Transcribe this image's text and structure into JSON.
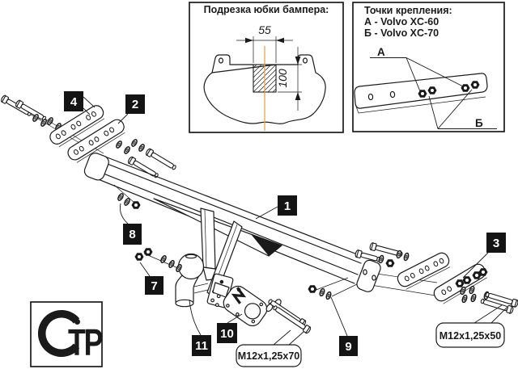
{
  "info_boxes": {
    "bumper_trim": {
      "title": "Подрезка юбки бампера:",
      "dim_width": "55",
      "dim_height": "100"
    },
    "mounting_points": {
      "title": "Точки крепления:",
      "item_a": "А - Volvo XC-60",
      "item_b": "Б - Volvo XC-70",
      "marker_a": "А",
      "marker_b": "Б"
    }
  },
  "callouts": {
    "c1": "1",
    "c2": "2",
    "c3": "3",
    "c4": "4",
    "c7": "7",
    "c8": "8",
    "c9": "9",
    "c10": "10",
    "c11": "11"
  },
  "bolt_labels": {
    "bolt70": "М12х1,25х70",
    "bolt50": "М12х1,25х50"
  },
  "logo": {
    "letters": "ТР"
  },
  "colors": {
    "line": "#1a1a1a",
    "centerline": "#e8a352",
    "callout_bg": "#141414",
    "callout_text": "#ffffff"
  }
}
